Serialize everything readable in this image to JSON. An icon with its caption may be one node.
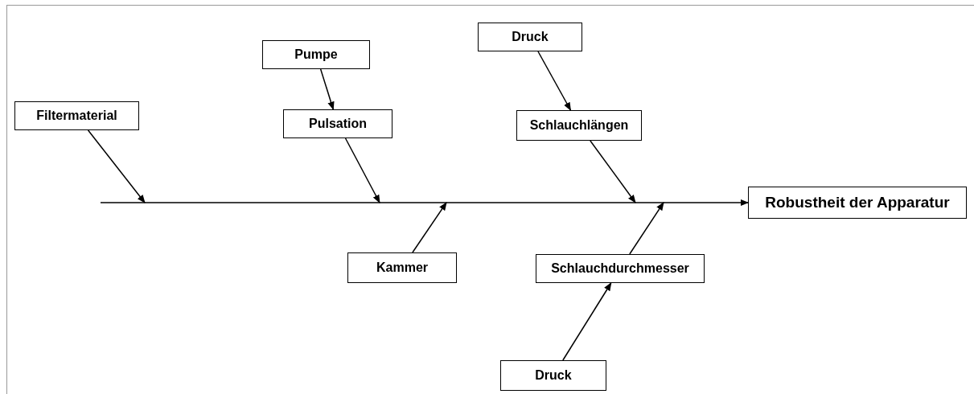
{
  "diagram": {
    "nodes": [
      {
        "text": [
          "Filtermaterial"
        ]
      },
      {
        "text": [
          "Pumpe"
        ]
      },
      {
        "text": [
          "Pulsation"
        ]
      },
      {
        "text": [
          "Druck"
        ]
      },
      {
        "text": [
          "Schlauchlängen"
        ]
      },
      {
        "text": [
          "Kammer"
        ]
      },
      {
        "text": [
          "Schlauchdurchmesser"
        ]
      },
      {
        "text": [
          "Druck"
        ]
      },
      {
        "text": [
          "Robustheit der Apparatur"
        ]
      }
    ],
    "edges": [
      {
        "from": null,
        "to": 8,
        "arrow": "to"
      },
      {
        "from": 0,
        "to": null,
        "arrow": "to"
      },
      {
        "from": 1,
        "to": 2,
        "arrow": "to"
      },
      {
        "from": 2,
        "to": null,
        "arrow": "to"
      },
      {
        "from": 3,
        "to": 4,
        "arrow": "to"
      },
      {
        "from": 4,
        "to": null,
        "arrow": "to"
      },
      {
        "from": 5,
        "to": null,
        "arrow": "to"
      },
      {
        "from": 7,
        "to": 6,
        "arrow": "to"
      },
      {
        "from": 6,
        "to": null,
        "arrow": "to"
      }
    ]
  }
}
